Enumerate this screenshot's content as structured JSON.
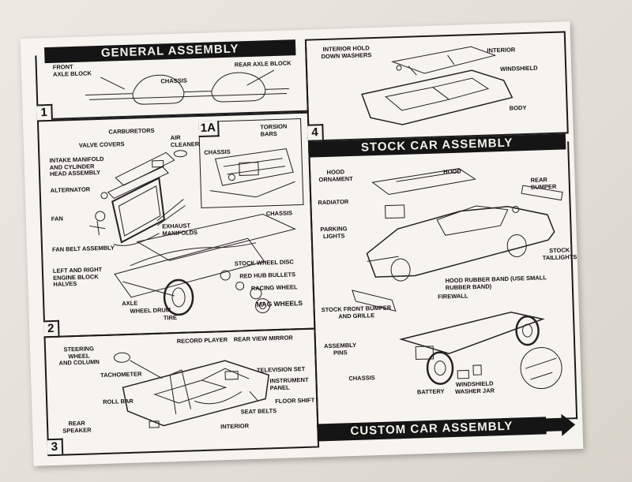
{
  "banners": {
    "general": "GENERAL ASSEMBLY",
    "stock": "STOCK CAR ASSEMBLY",
    "custom": "CUSTOM CAR ASSEMBLY"
  },
  "steps": {
    "s1": "1",
    "s1a": "1A",
    "s2": "2",
    "s3": "3",
    "s4": "4"
  },
  "labels": {
    "front_axle_block": "FRONT\nAXLE BLOCK",
    "chassis_1": "CHASSIS",
    "rear_axle_block": "REAR AXLE BLOCK",
    "carburetors": "CARBURETORS",
    "valve_covers": "VALVE COVERS",
    "air_cleaner": "AIR\nCLEANER",
    "intake_manifold": "INTAKE MANIFOLD\nAND CYLINDER\nHEAD ASSEMBLY",
    "alternator": "ALTERNATOR",
    "fan": "FAN",
    "fan_belt": "FAN BELT ASSEMBLY",
    "exhaust_manifolds": "EXHAUST\nMANIFOLDS",
    "engine_block": "LEFT AND RIGHT\nENGINE BLOCK\nHALVES",
    "torsion_bars": "TORSION\nBARS",
    "chassis_1a": "CHASSIS",
    "chassis_2": "CHASSIS",
    "stock_wheel_disc": "STOCK WHEEL DISC",
    "red_hub_bullets": "RED HUB BULLETS",
    "racing_wheel": "RACING WHEEL",
    "mag_wheels": "MAG WHEELS",
    "axle": "AXLE",
    "wheel_drum": "WHEEL DRUM",
    "tire": "TIRE",
    "steering_wheel": "STEERING\nWHEEL\nAND COLUMN",
    "record_player": "RECORD PLAYER",
    "rear_view_mirror": "REAR VIEW MIRROR",
    "tachometer": "TACHOMETER",
    "television_set": "TELEVISION SET",
    "instrument_panel": "INSTRUMENT\nPANEL",
    "roll_bar": "ROLL BAR",
    "floor_shift": "FLOOR SHIFT",
    "seat_belts": "SEAT BELTS",
    "rear_speaker": "REAR\nSPEAKER",
    "interior_3": "INTERIOR",
    "interior_hold": "INTERIOR HOLD\nDOWN WASHERS",
    "interior_4": "INTERIOR",
    "windshield": "WINDSHIELD",
    "body": "BODY",
    "hood_ornament": "HOOD\nORNAMENT",
    "hood": "HOOD",
    "rear_bumper": "REAR\nBUMPER",
    "radiator": "RADIATOR",
    "parking_lights": "PARKING\nLIGHTS",
    "stock_taillights": "STOCK\nTAILLIGHTS",
    "hood_rubber_band": "HOOD RUBBER BAND (USE SMALL\nRUBBER BAND)",
    "firewall": "FIREWALL",
    "stock_front_bumper": "STOCK FRONT BUMPER\nAND GRILLE",
    "assembly_pins": "ASSEMBLY\nPINS",
    "chassis_stock": "CHASSIS",
    "battery": "BATTERY",
    "washer_jar": "WINDSHIELD\nWASHER JAR"
  }
}
